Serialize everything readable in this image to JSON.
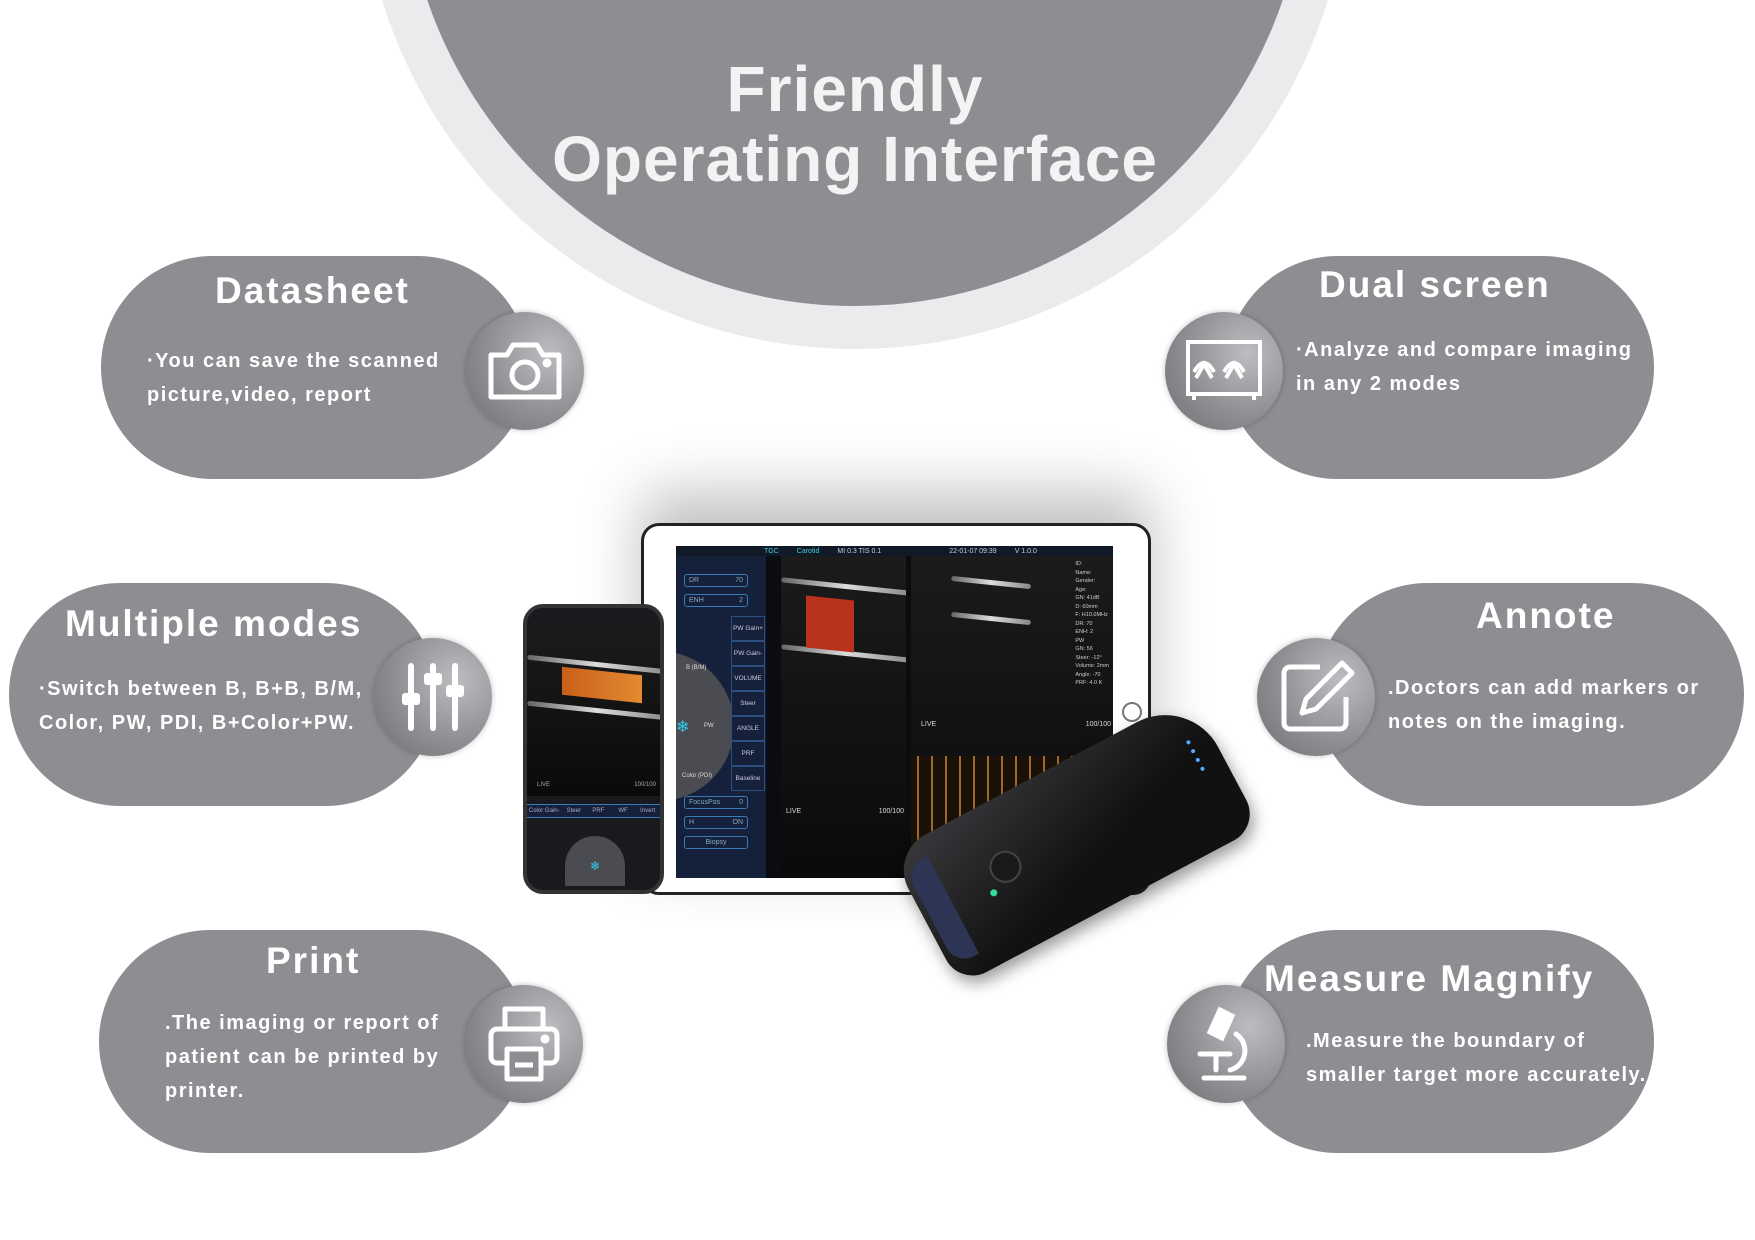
{
  "header": {
    "line1": "Friendly",
    "line2": "Operating Interface"
  },
  "features": [
    {
      "title": "Datasheet",
      "lines": [
        "·You can save the scanned",
        "picture,video, report"
      ],
      "icon": "camera-icon"
    },
    {
      "title": "Dual screen",
      "lines": [
        "·Analyze and compare imaging",
        "in any 2 modes"
      ],
      "icon": "dual-screen-icon"
    },
    {
      "title": "Multiple modes",
      "lines": [
        "·Switch between B, B+B, B/M,",
        "Color, PW, PDI, B+Color+PW."
      ],
      "icon": "sliders-icon"
    },
    {
      "title": "Annote",
      "lines": [
        ".Doctors can add markers or",
        "notes on the imaging."
      ],
      "icon": "edit-pencil-icon"
    },
    {
      "title": "Print",
      "lines": [
        ".The imaging or report of",
        "patient can be printed by",
        "printer."
      ],
      "icon": "printer-icon"
    },
    {
      "title": "Measure Magnify",
      "lines": [
        ".Measure the boundary of",
        "smaller target more accurately."
      ],
      "icon": "microscope-icon"
    }
  ],
  "tablet": {
    "topbar": [
      "TGC",
      "Carotid",
      "MI 0.3 TIS 0.1",
      "22-01-07 09:39",
      "V 1.0.0"
    ],
    "dr": {
      "label": "DR",
      "value": "70"
    },
    "enh": {
      "label": "ENH",
      "value": "2"
    },
    "buttons": [
      "PW Gain+",
      "PW Gain-",
      "VOLUME",
      "Steer",
      "ANGLE",
      "PRF",
      "Baseline"
    ],
    "wheel": [
      "B (B/M)",
      "PW",
      "Color (PDI)"
    ],
    "focus": {
      "label": "FocusPos",
      "value": "0"
    },
    "h": {
      "label": "H",
      "value": "ON"
    },
    "biopsy": "Biopsy",
    "live": "LIVE",
    "frames": "100/100",
    "right_info": [
      "ID:",
      "Name:",
      "Gender:",
      "Age:",
      "GN: 41dB",
      "D: 60mm",
      "F: H10.0MHz",
      "DR: 70",
      "ENH: 2",
      "PW",
      "GN: 56",
      "Steer: -12°",
      "Volume: 2mm",
      "Angle: -70",
      "PRF: 4.0 K"
    ]
  },
  "phone": {
    "live": "LIVE",
    "frames": "100/100",
    "buttons": [
      "Color Gain-",
      "Steer",
      "PRF",
      "WF",
      "Invert"
    ]
  },
  "colors": {
    "pill": "#8e8d92",
    "ring": "#ebeaec",
    "screen": "#0a0c12",
    "accent": "#3a7ab8"
  }
}
